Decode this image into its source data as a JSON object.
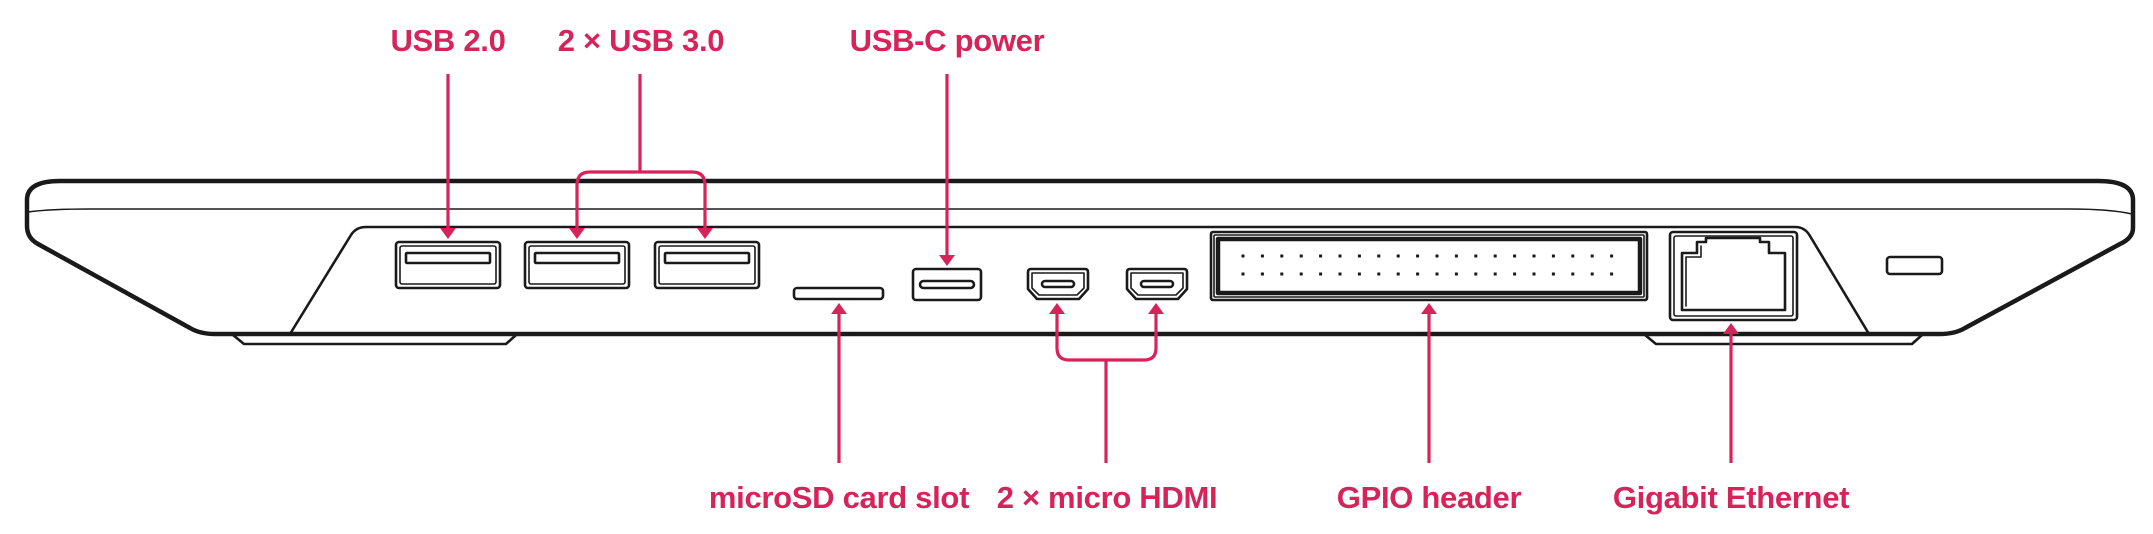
{
  "diagram": {
    "subject": "Device rear port panel",
    "accent_color": "#D6245A",
    "outline_color": "#1a1a1a",
    "labels": {
      "usb2": "USB 2.0",
      "usb3": "2 × USB 3.0",
      "usbc_power": "USB-C power",
      "microsd": "microSD card slot",
      "micro_hdmi": "2 × micro HDMI",
      "gpio": "GPIO header",
      "ethernet": "Gigabit Ethernet"
    },
    "ports": [
      {
        "id": "usb2",
        "type": "USB-A",
        "count": 1,
        "label_position": "top"
      },
      {
        "id": "usb3",
        "type": "USB-A",
        "count": 2,
        "label_position": "top"
      },
      {
        "id": "microsd",
        "type": "microSD slot",
        "count": 1,
        "label_position": "bottom"
      },
      {
        "id": "usbc_power",
        "type": "USB-C",
        "count": 1,
        "label_position": "top"
      },
      {
        "id": "micro_hdmi",
        "type": "micro HDMI",
        "count": 2,
        "label_position": "bottom"
      },
      {
        "id": "gpio",
        "type": "GPIO header",
        "count": 1,
        "pins_per_row": 20,
        "rows": 2,
        "label_position": "bottom"
      },
      {
        "id": "ethernet",
        "type": "RJ45",
        "count": 1,
        "label_position": "bottom"
      },
      {
        "id": "kensington",
        "type": "security slot",
        "count": 1,
        "label_position": "none"
      }
    ]
  }
}
